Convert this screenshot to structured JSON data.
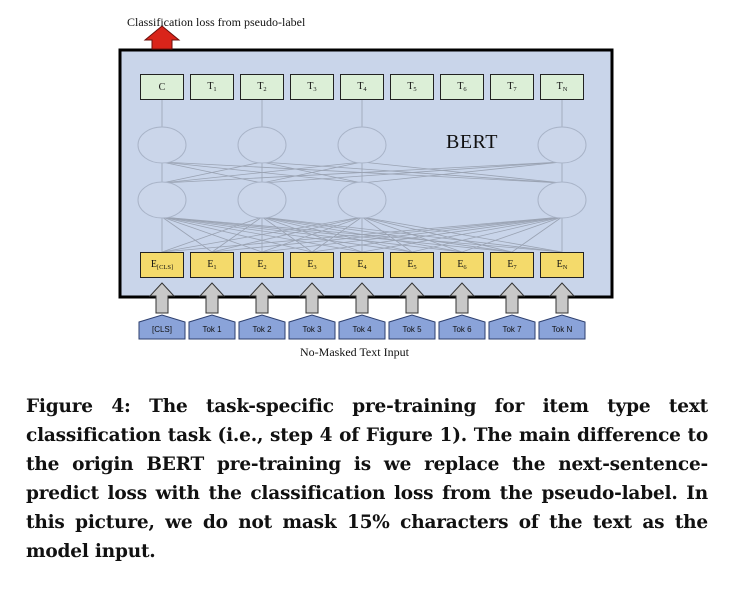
{
  "diagram": {
    "top_label": "Classification loss from pseudo-label",
    "model_label": "BERT",
    "bottom_label": "No-Masked Text Input",
    "outputs": [
      {
        "base": "C",
        "sub": ""
      },
      {
        "base": "T",
        "sub": "1"
      },
      {
        "base": "T",
        "sub": "2"
      },
      {
        "base": "T",
        "sub": "3"
      },
      {
        "base": "T",
        "sub": "4"
      },
      {
        "base": "T",
        "sub": "5"
      },
      {
        "base": "T",
        "sub": "6"
      },
      {
        "base": "T",
        "sub": "7"
      },
      {
        "base": "T",
        "sub": "N"
      }
    ],
    "embeddings": [
      {
        "base": "E",
        "sub": "[CLS]"
      },
      {
        "base": "E",
        "sub": "1"
      },
      {
        "base": "E",
        "sub": "2"
      },
      {
        "base": "E",
        "sub": "3"
      },
      {
        "base": "E",
        "sub": "4"
      },
      {
        "base": "E",
        "sub": "5"
      },
      {
        "base": "E",
        "sub": "6"
      },
      {
        "base": "E",
        "sub": "7"
      },
      {
        "base": "E",
        "sub": "N"
      }
    ],
    "tokens": [
      "[CLS]",
      "Tok 1",
      "Tok 2",
      "Tok 3",
      "Tok 4",
      "Tok 5",
      "Tok 6",
      "Tok 7",
      "Tok N"
    ],
    "colors": {
      "model_box": "#c9d5ea",
      "output_box": "#dcefd7",
      "embedding_box": "#f4da6b",
      "token_box": "#8aa3d9",
      "loss_arrow": "#d9241a",
      "input_arrow": "#c8c8c8"
    }
  },
  "caption": "Figure 4: The task-specific pre-training for item type text classification task (i.e., step 4 of Figure 1). The main difference to the origin BERT pre-training is we replace the next-sentence-predict loss with the classification loss from the pseudo-label. In this picture, we do not mask 15% characters of the text as the model input."
}
